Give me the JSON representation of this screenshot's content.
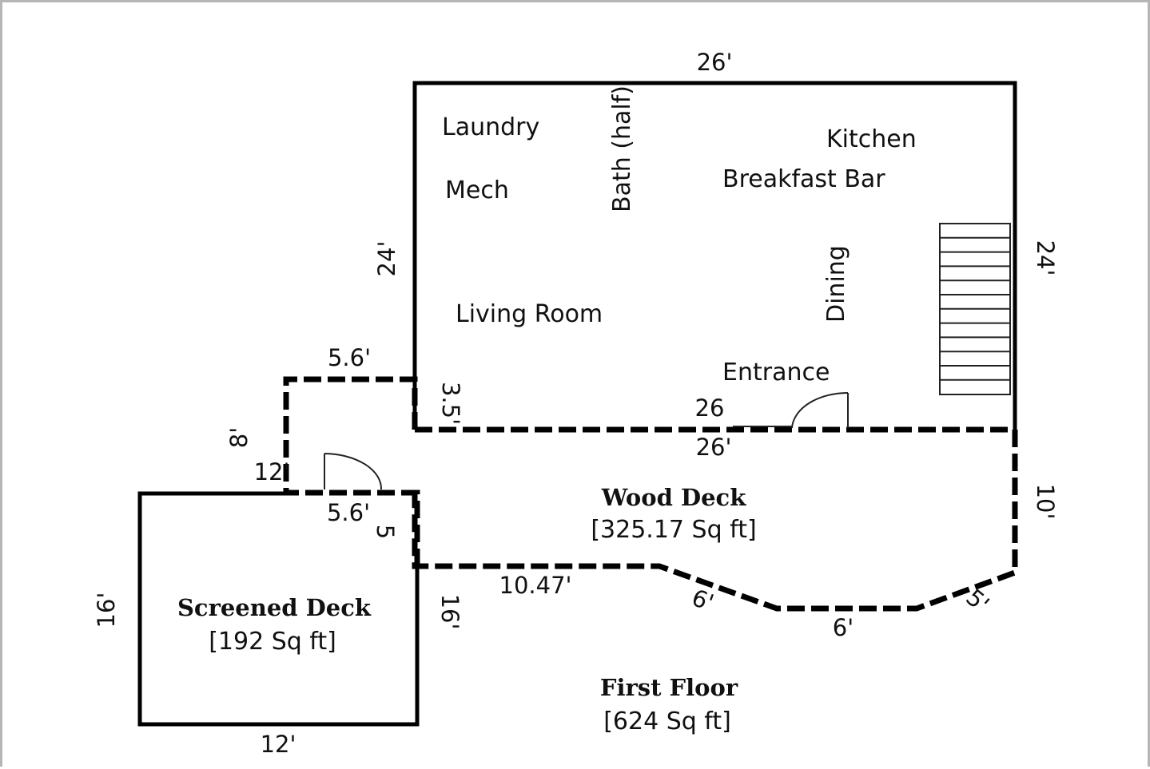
{
  "rooms": {
    "laundry": "Laundry",
    "mech": "Mech",
    "bath": "Bath (half)",
    "kitchen": "Kitchen",
    "breakfast_bar": "Breakfast Bar",
    "dining": "Dining",
    "living_room": "Living Room",
    "entrance": "Entrance"
  },
  "wood_deck": {
    "title": "Wood Deck",
    "area": "[325.17 Sq ft]"
  },
  "screened_deck": {
    "title": "Screened Deck",
    "area": "[192 Sq ft]"
  },
  "first_floor": {
    "title": "First Floor",
    "area": "[624 Sq ft]"
  },
  "dimensions": {
    "house_top": "26'",
    "house_left": "24'",
    "house_right": "24'",
    "house_bottom_inside": "26",
    "deck_top": "26'",
    "deck_right": "10'",
    "deck_bottom_left": "10.47'",
    "deck_angle_left": "6'",
    "deck_bottom_mid": "6'",
    "deck_angle_right": "5'",
    "landing_top": "5.6'",
    "landing_right": "3.5'",
    "landing_left": "8'",
    "landing_bottom": "5.6'",
    "landing_step": "5",
    "screened_top": "12'",
    "screened_left": "16'",
    "screened_right": "16'",
    "screened_bottom": "12'"
  }
}
